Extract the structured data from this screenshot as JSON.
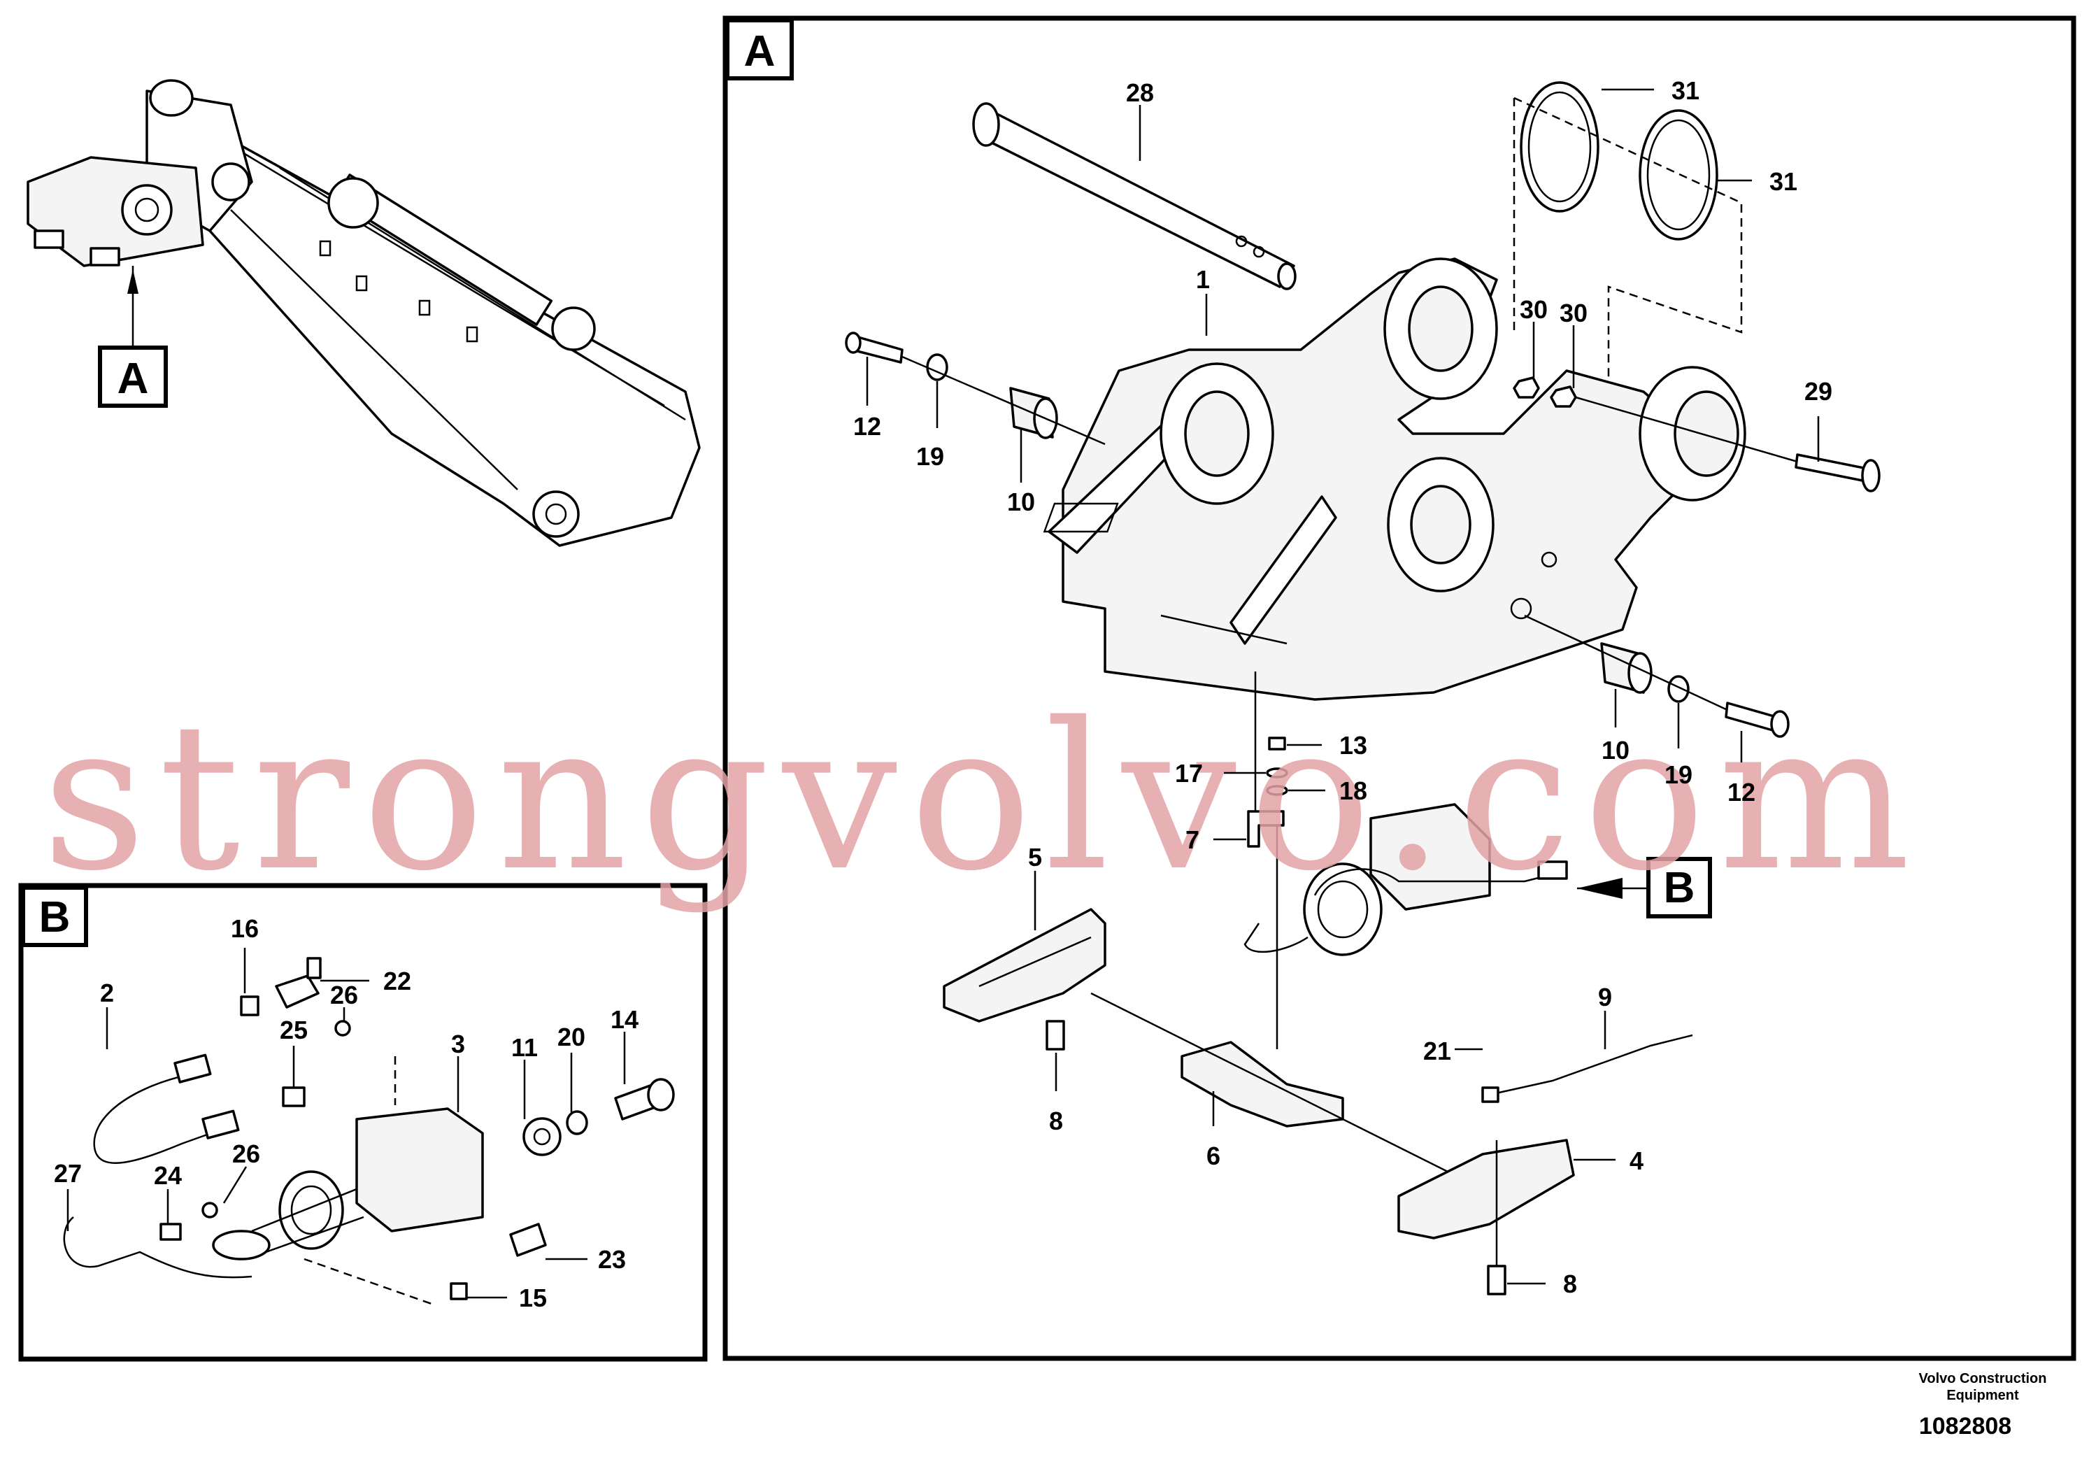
{
  "callout_tags": {
    "overview": "A",
    "main": "A",
    "inset": "B",
    "pointer": "B"
  },
  "labels": {
    "p1": "1",
    "p2": "2",
    "p3": "3",
    "p4": "4",
    "p5": "5",
    "p6": "6",
    "p7": "7",
    "p8a": "8",
    "p8b": "8",
    "p9": "9",
    "p10a": "10",
    "p10b": "10",
    "p11": "11",
    "p12a": "12",
    "p12b": "12",
    "p13": "13",
    "p14": "14",
    "p15": "15",
    "p16": "16",
    "p17": "17",
    "p18": "18",
    "p19a": "19",
    "p19b": "19",
    "p20": "20",
    "p21": "21",
    "p22": "22",
    "p23": "23",
    "p24": "24",
    "p25": "25",
    "p26a": "26",
    "p26b": "26",
    "p27": "27",
    "p28": "28",
    "p29": "29",
    "p30a": "30",
    "p30b": "30",
    "p31a": "31",
    "p31b": "31"
  },
  "watermark": "strongvolvo.com",
  "footer": {
    "company_line1": "Volvo Construction",
    "company_line2": "Equipment",
    "drawing_number": "1082808"
  },
  "colors": {
    "watermark": "#e3a3a6",
    "line": "#000000"
  }
}
